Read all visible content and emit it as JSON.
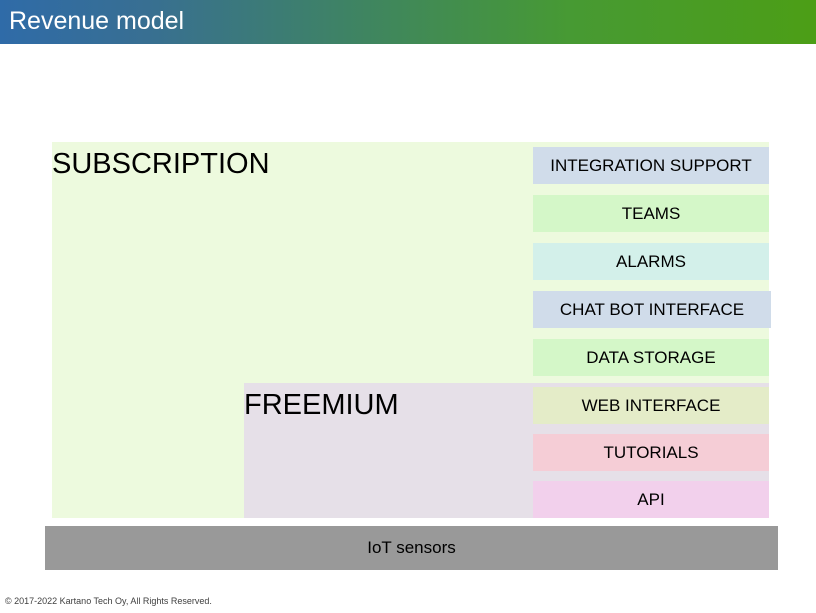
{
  "header": {
    "title": "Revenue model",
    "gradient_from": "#2f6ba8",
    "gradient_to": "#4c9e16"
  },
  "tiers": [
    {
      "id": "subscription",
      "label": "SUBSCRIPTION",
      "color": "#edfade"
    },
    {
      "id": "freemium",
      "label": "FREEMIUM",
      "color": "#e6e0e8"
    }
  ],
  "features": [
    {
      "label": "INTEGRATION SUPPORT",
      "color": "#d0dcea",
      "tier": "subscription"
    },
    {
      "label": "TEAMS",
      "color": "#d4f7c8",
      "tier": "subscription"
    },
    {
      "label": "ALARMS",
      "color": "#d3f0ea",
      "tier": "subscription"
    },
    {
      "label": "CHAT BOT INTERFACE",
      "color": "#d0dcea",
      "tier": "subscription"
    },
    {
      "label": "DATA STORAGE",
      "color": "#d4f7c8",
      "tier": "subscription"
    },
    {
      "label": "WEB INTERFACE",
      "color": "#e4ecc8",
      "tier": "freemium"
    },
    {
      "label": "TUTORIALS",
      "color": "#f5cdd6",
      "tier": "freemium"
    },
    {
      "label": "API",
      "color": "#f2d0ec",
      "tier": "freemium"
    }
  ],
  "foundation": {
    "label": "IoT sensors",
    "color": "#999999"
  },
  "footer": {
    "copyright": "© 2017-2022 Kartano Tech Oy, All Rights Reserved."
  }
}
